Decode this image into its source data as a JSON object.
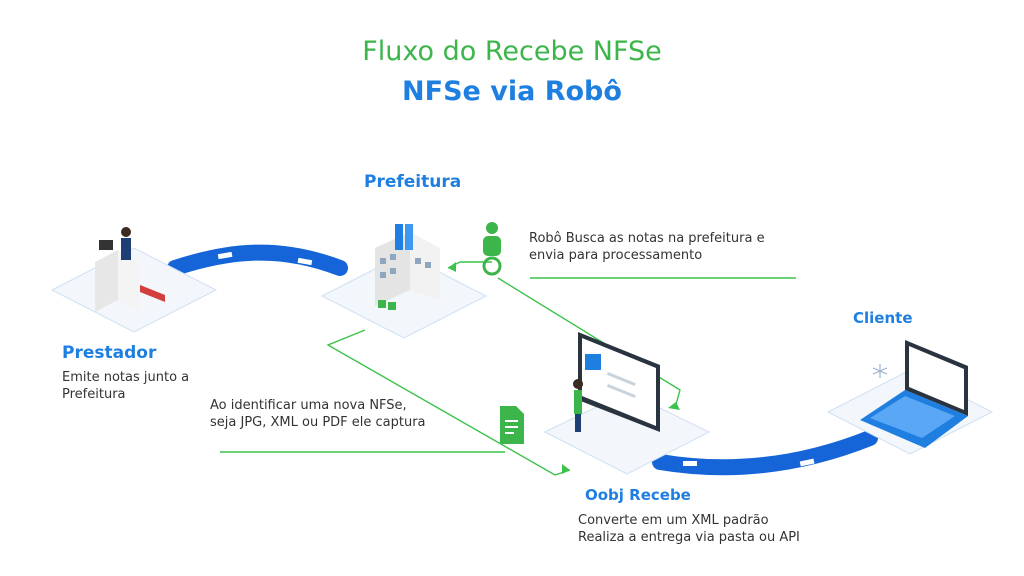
{
  "title": "Fluxo do Recebe NFSe",
  "subtitle": "NFSe via Robô",
  "nodes": {
    "prefeitura": {
      "title": "Prefeitura"
    },
    "prestador": {
      "title": "Prestador",
      "desc_line1": "Emite notas junto a",
      "desc_line2": "Prefeitura"
    },
    "cliente": {
      "title": "Cliente"
    },
    "oobj": {
      "title": "Oobj Recebe",
      "desc_line1": "Converte em um XML padrão",
      "desc_line2": "Realiza a entrega via pasta ou API"
    }
  },
  "robot_note": {
    "line1": "Robô Busca as notas na prefeitura e",
    "line2": "envia para processamento"
  },
  "capture_note": {
    "line1": "Ao identificar uma nova NFSe,",
    "line2": "seja JPG, XML ou PDF ele captura"
  },
  "colors": {
    "green": "#3cb54a",
    "blue": "#1f7fe0",
    "road": "#1565d8",
    "line": "#3cc34c"
  }
}
